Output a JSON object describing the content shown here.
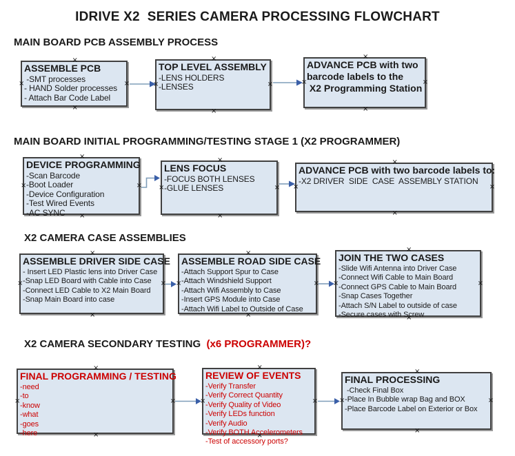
{
  "title": "IDRIVE X2  SERIES CAMERA PROCESSING FLOWCHART",
  "icons": {
    "connection_handle": "×"
  },
  "colors": {
    "box_fill": "#dce6f1",
    "box_border": "#404040",
    "arrow_line": "#7f9db9",
    "arrow_head": "#3a5fa8",
    "red": "#cc0000",
    "text": "#1a1a1a",
    "shadow": "#9a9a9a"
  },
  "sections": [
    {
      "heading": "MAIN BOARD PCB ASSEMBLY PROCESS",
      "boxes": [
        {
          "title": "ASSEMBLE PCB",
          "items": [
            " -SMT processes",
            "- HAND Solder processes",
            "- Attach Bar Code Label"
          ]
        },
        {
          "title": "TOP LEVEL ASSEMBLY",
          "items": [
            "-LENS HOLDERS",
            "-LENSES"
          ]
        },
        {
          "title": "ADVANCE PCB with two\nbarcode labels to the\n X2 Programming Station",
          "items": []
        }
      ]
    },
    {
      "heading": "MAIN BOARD INITIAL PROGRAMMING/TESTING STAGE 1 (X2 PROGRAMMER)",
      "boxes": [
        {
          "title": "DEVICE PROGRAMMING",
          "items": [
            "-Scan Barcode",
            "-Boot Loader",
            "-Device Configuration",
            "-Test Wired Events",
            "-AC SYNC"
          ]
        },
        {
          "title": "LENS FOCUS",
          "items": [
            "-FOCUS BOTH LENSES",
            "-GLUE LENSES"
          ]
        },
        {
          "title": "ADVANCE PCB with two barcode labels to:",
          "items": [
            "-X2 DRIVER  SIDE  CASE  ASSEMBLY STATION"
          ]
        }
      ]
    },
    {
      "heading": "X2 CAMERA CASE ASSEMBLIES",
      "boxes": [
        {
          "title": "ASSEMBLE DRIVER SIDE CASE",
          "items": [
            "- Insert LED Plastic lens into Driver Case",
            "-Snap LED Board with Cable into Case",
            "-Connect LED Cable to X2 Main Board",
            "-Snap Main Board into case"
          ]
        },
        {
          "title": "ASSEMBLE ROAD SIDE CASE",
          "items": [
            "-Attach Support Spur to Case",
            "-Attach Windshield Support",
            "-Attach Wifi Assembly to Case",
            "-Insert GPS Module into Case",
            "-Attach Wifi Label to Outside of Case"
          ]
        },
        {
          "title": "JOIN THE TWO CASES",
          "items": [
            "-Slide Wifi Antenna into Driver Case",
            "-Connect Wifi Cable to Main Board",
            "-Connect GPS Cable to Main Board",
            "-Snap Cases Together",
            "-Attach S/N Label to outside of case",
            "-Secure cases with Screw"
          ]
        }
      ]
    },
    {
      "heading": "X2 CAMERA SECONDARY TESTING  ",
      "heading_red": "(x6 PROGRAMMER)?",
      "boxes": [
        {
          "title": "FINAL PROGRAMMING / TESTING",
          "items": [
            "-need",
            "-to",
            "-know",
            "-what",
            "-goes",
            "-here"
          ]
        },
        {
          "title": "REVIEW OF EVENTS",
          "items": [
            "-Verify Transfer",
            "-Verify Correct Quantity",
            "-Verify Quality of Video",
            "-Verify LEDs function",
            "-Verify Audio",
            "-Verify BOTH Accelerometers",
            "-Test of accessory ports?"
          ]
        },
        {
          "title": "FINAL PROCESSING",
          "items": [
            " -Check Final Box",
            "-Place In Bubble wrap Bag and BOX",
            "-Place Barcode Label on Exterior or Box"
          ]
        }
      ]
    }
  ],
  "connectors": [
    {
      "from": "assemble-pcb",
      "to": "top-level-assembly"
    },
    {
      "from": "top-level-assembly",
      "to": "advance-pcb-programming-station"
    },
    {
      "from": "device-programming",
      "to": "lens-focus"
    },
    {
      "from": "lens-focus",
      "to": "advance-pcb-case-assembly"
    },
    {
      "from": "assemble-driver-side-case",
      "to": "assemble-road-side-case"
    },
    {
      "from": "assemble-road-side-case",
      "to": "join-the-two-cases"
    },
    {
      "from": "final-programming-testing",
      "to": "review-of-events"
    },
    {
      "from": "review-of-events",
      "to": "final-processing"
    }
  ]
}
